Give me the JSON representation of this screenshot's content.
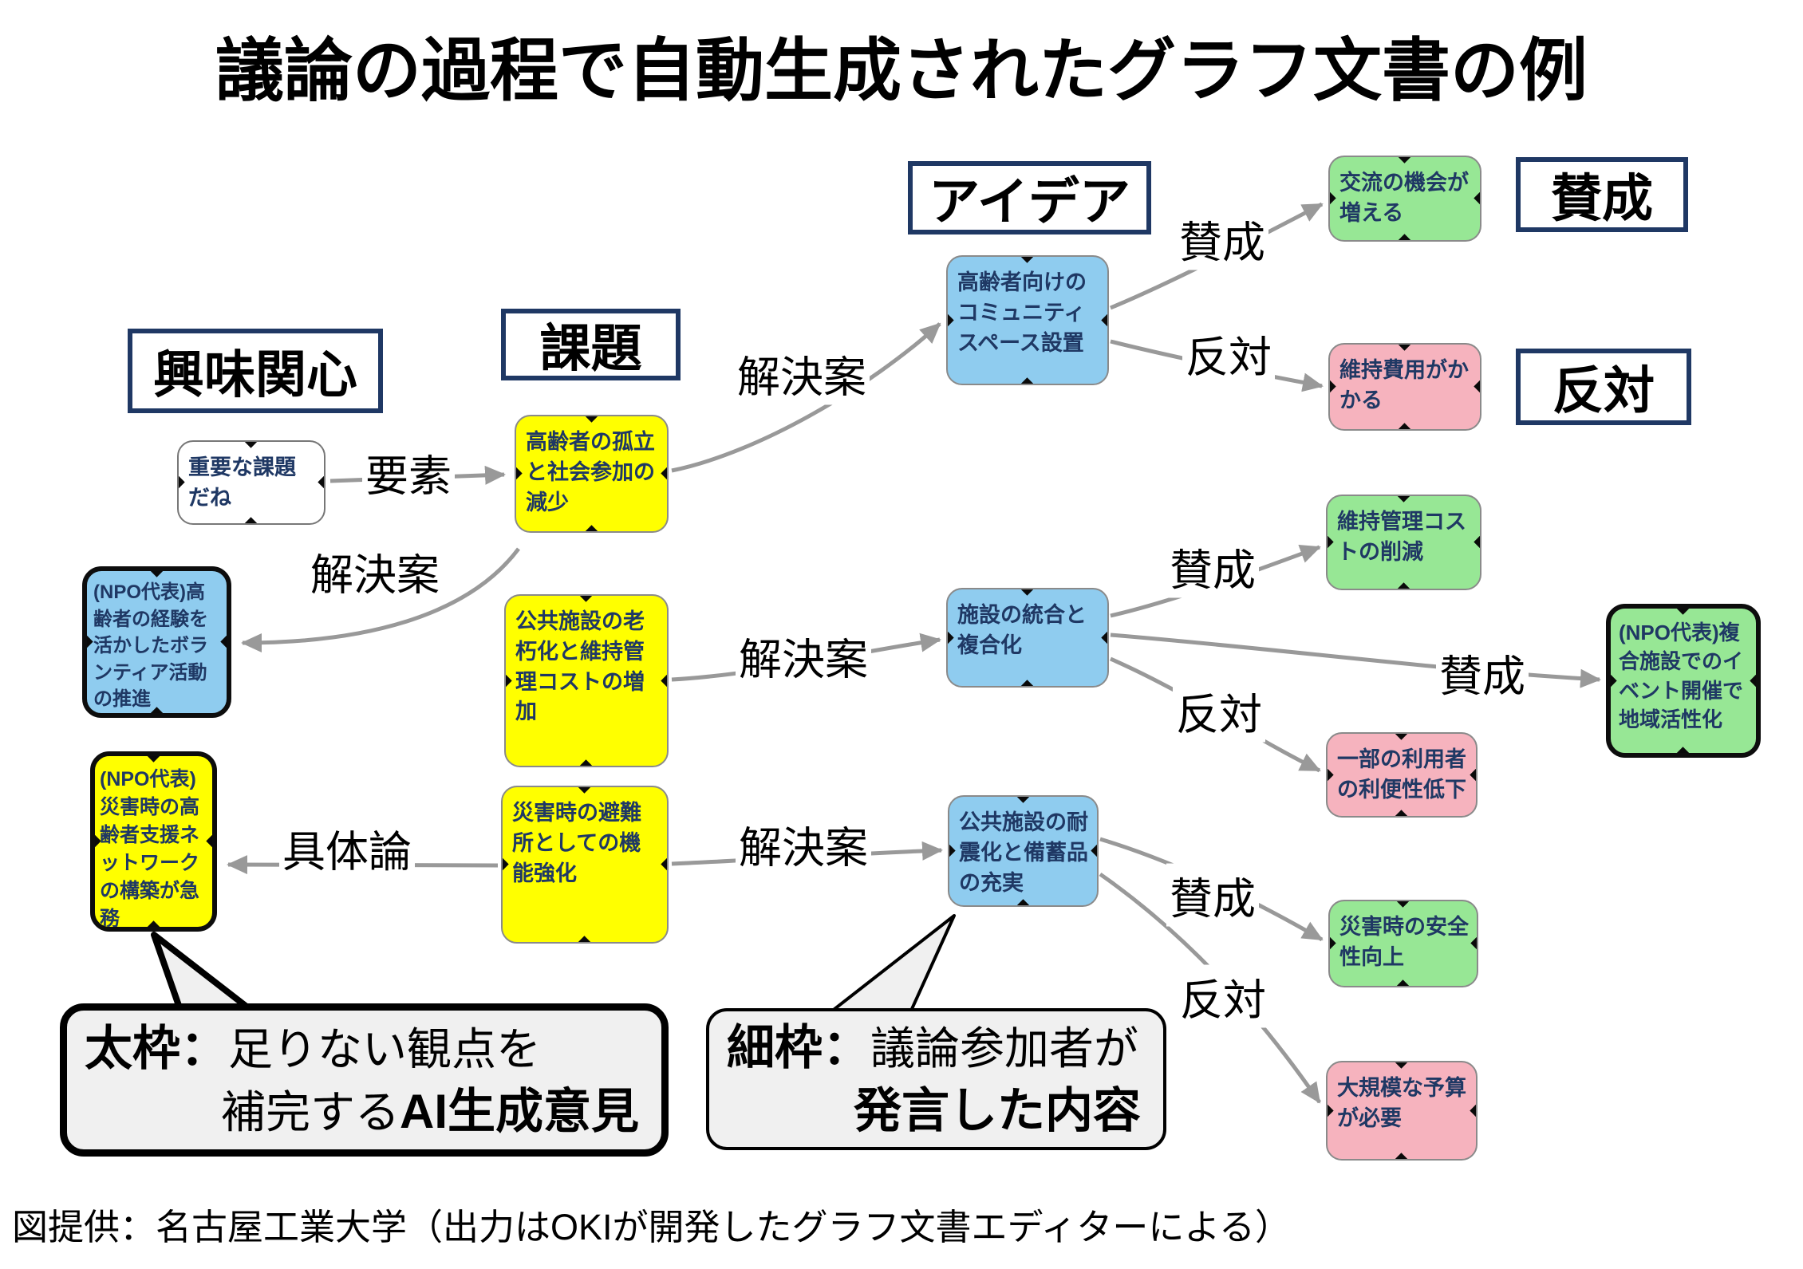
{
  "title": "議論の過程で自動生成されたグラフ文書の例",
  "caption": "図提供：名古屋工業大学（出力はOKIが開発したグラフ文書エディターによる）",
  "category_labels": {
    "interest": "興味関心",
    "issue": "課題",
    "idea": "アイデア",
    "agree": "賛成",
    "disagree": "反対"
  },
  "nodes": {
    "important_topic": {
      "text": "重要な課題だね",
      "type": "participant",
      "fill": "#ffffff"
    },
    "senior_isolation": {
      "text": "高齢者の孤立と社会参加の減少",
      "type": "issue",
      "fill": "#ffff00"
    },
    "npo_volunteer": {
      "text": "(NPO代表)高齢者の経験を活かしたボランティア活動の推進",
      "type": "ai-generated",
      "fill": "#8fccef"
    },
    "npo_disaster_network": {
      "text": "(NPO代表)災害時の高齢者支援ネットワークの構築が急務",
      "type": "ai-generated",
      "fill": "#ffff00"
    },
    "facility_aging": {
      "text": "公共施設の老朽化と維持管理コストの増加",
      "type": "issue",
      "fill": "#ffff00"
    },
    "disaster_shelter": {
      "text": "災害時の避難所としての機能強化",
      "type": "issue",
      "fill": "#ffff00"
    },
    "community_space": {
      "text": "高齢者向けのコミュニティスペース設置",
      "type": "idea",
      "fill": "#8fccef"
    },
    "facility_consolidation": {
      "text": "施設の統合と複合化",
      "type": "idea",
      "fill": "#8fccef"
    },
    "earthquake_resistance": {
      "text": "公共施設の耐震化と備蓄品の充実",
      "type": "idea",
      "fill": "#8fccef"
    },
    "interaction_increase": {
      "text": "交流の機会が増える",
      "type": "agree",
      "fill": "#97e795"
    },
    "cost_reduction": {
      "text": "維持管理コストの削減",
      "type": "agree",
      "fill": "#97e795"
    },
    "disaster_safety": {
      "text": "災害時の安全性向上",
      "type": "agree",
      "fill": "#97e795"
    },
    "npo_event": {
      "text": "(NPO代表)複合施設でのイベント開催で地域活性化",
      "type": "ai-generated",
      "fill": "#97e795"
    },
    "maintenance_cost": {
      "text": "維持費用がかかる",
      "type": "disagree",
      "fill": "#f6b3be"
    },
    "convenience_decline": {
      "text": "一部の利用者の利便性低下",
      "type": "disagree",
      "fill": "#f6b3be"
    },
    "large_budget": {
      "text": "大規模な予算が必要",
      "type": "disagree",
      "fill": "#f6b3be"
    }
  },
  "edges": {
    "youso": {
      "label": "要素"
    },
    "kaiketsu_idea": {
      "label": "解決案"
    },
    "kaiketsu_npo": {
      "label": "解決案"
    },
    "kaiketsu_consolidation": {
      "label": "解決案"
    },
    "kaiketsu_earthquake": {
      "label": "解決案"
    },
    "gutairon": {
      "label": "具体論"
    },
    "sansei_interaction": {
      "label": "賛成"
    },
    "sansei_cost": {
      "label": "賛成"
    },
    "sansei_event": {
      "label": "賛成"
    },
    "sansei_safety": {
      "label": "賛成"
    },
    "hantai_maintenance": {
      "label": "反対"
    },
    "hantai_convenience": {
      "label": "反対"
    },
    "hantai_budget": {
      "label": "反対"
    }
  },
  "callouts": {
    "ai": {
      "prefix": "太枠：",
      "line1": "足りない観点を",
      "line2_prefix": "補完する",
      "line2_bold": "AI生成意見"
    },
    "human": {
      "prefix": "細枠：",
      "line1": "議論参加者が",
      "line2": "発言した内容"
    }
  },
  "colors": {
    "node_yellow": "#ffff00",
    "node_blue": "#8fccef",
    "node_green": "#97e795",
    "node_pink": "#f6b3be",
    "node_white": "#ffffff",
    "node_text": "#1f3864",
    "label_box_border": "#1f3864",
    "edge_gray": "#999999",
    "callout_bg": "#f0f0f0",
    "thick_border": "#0d0d0d"
  }
}
